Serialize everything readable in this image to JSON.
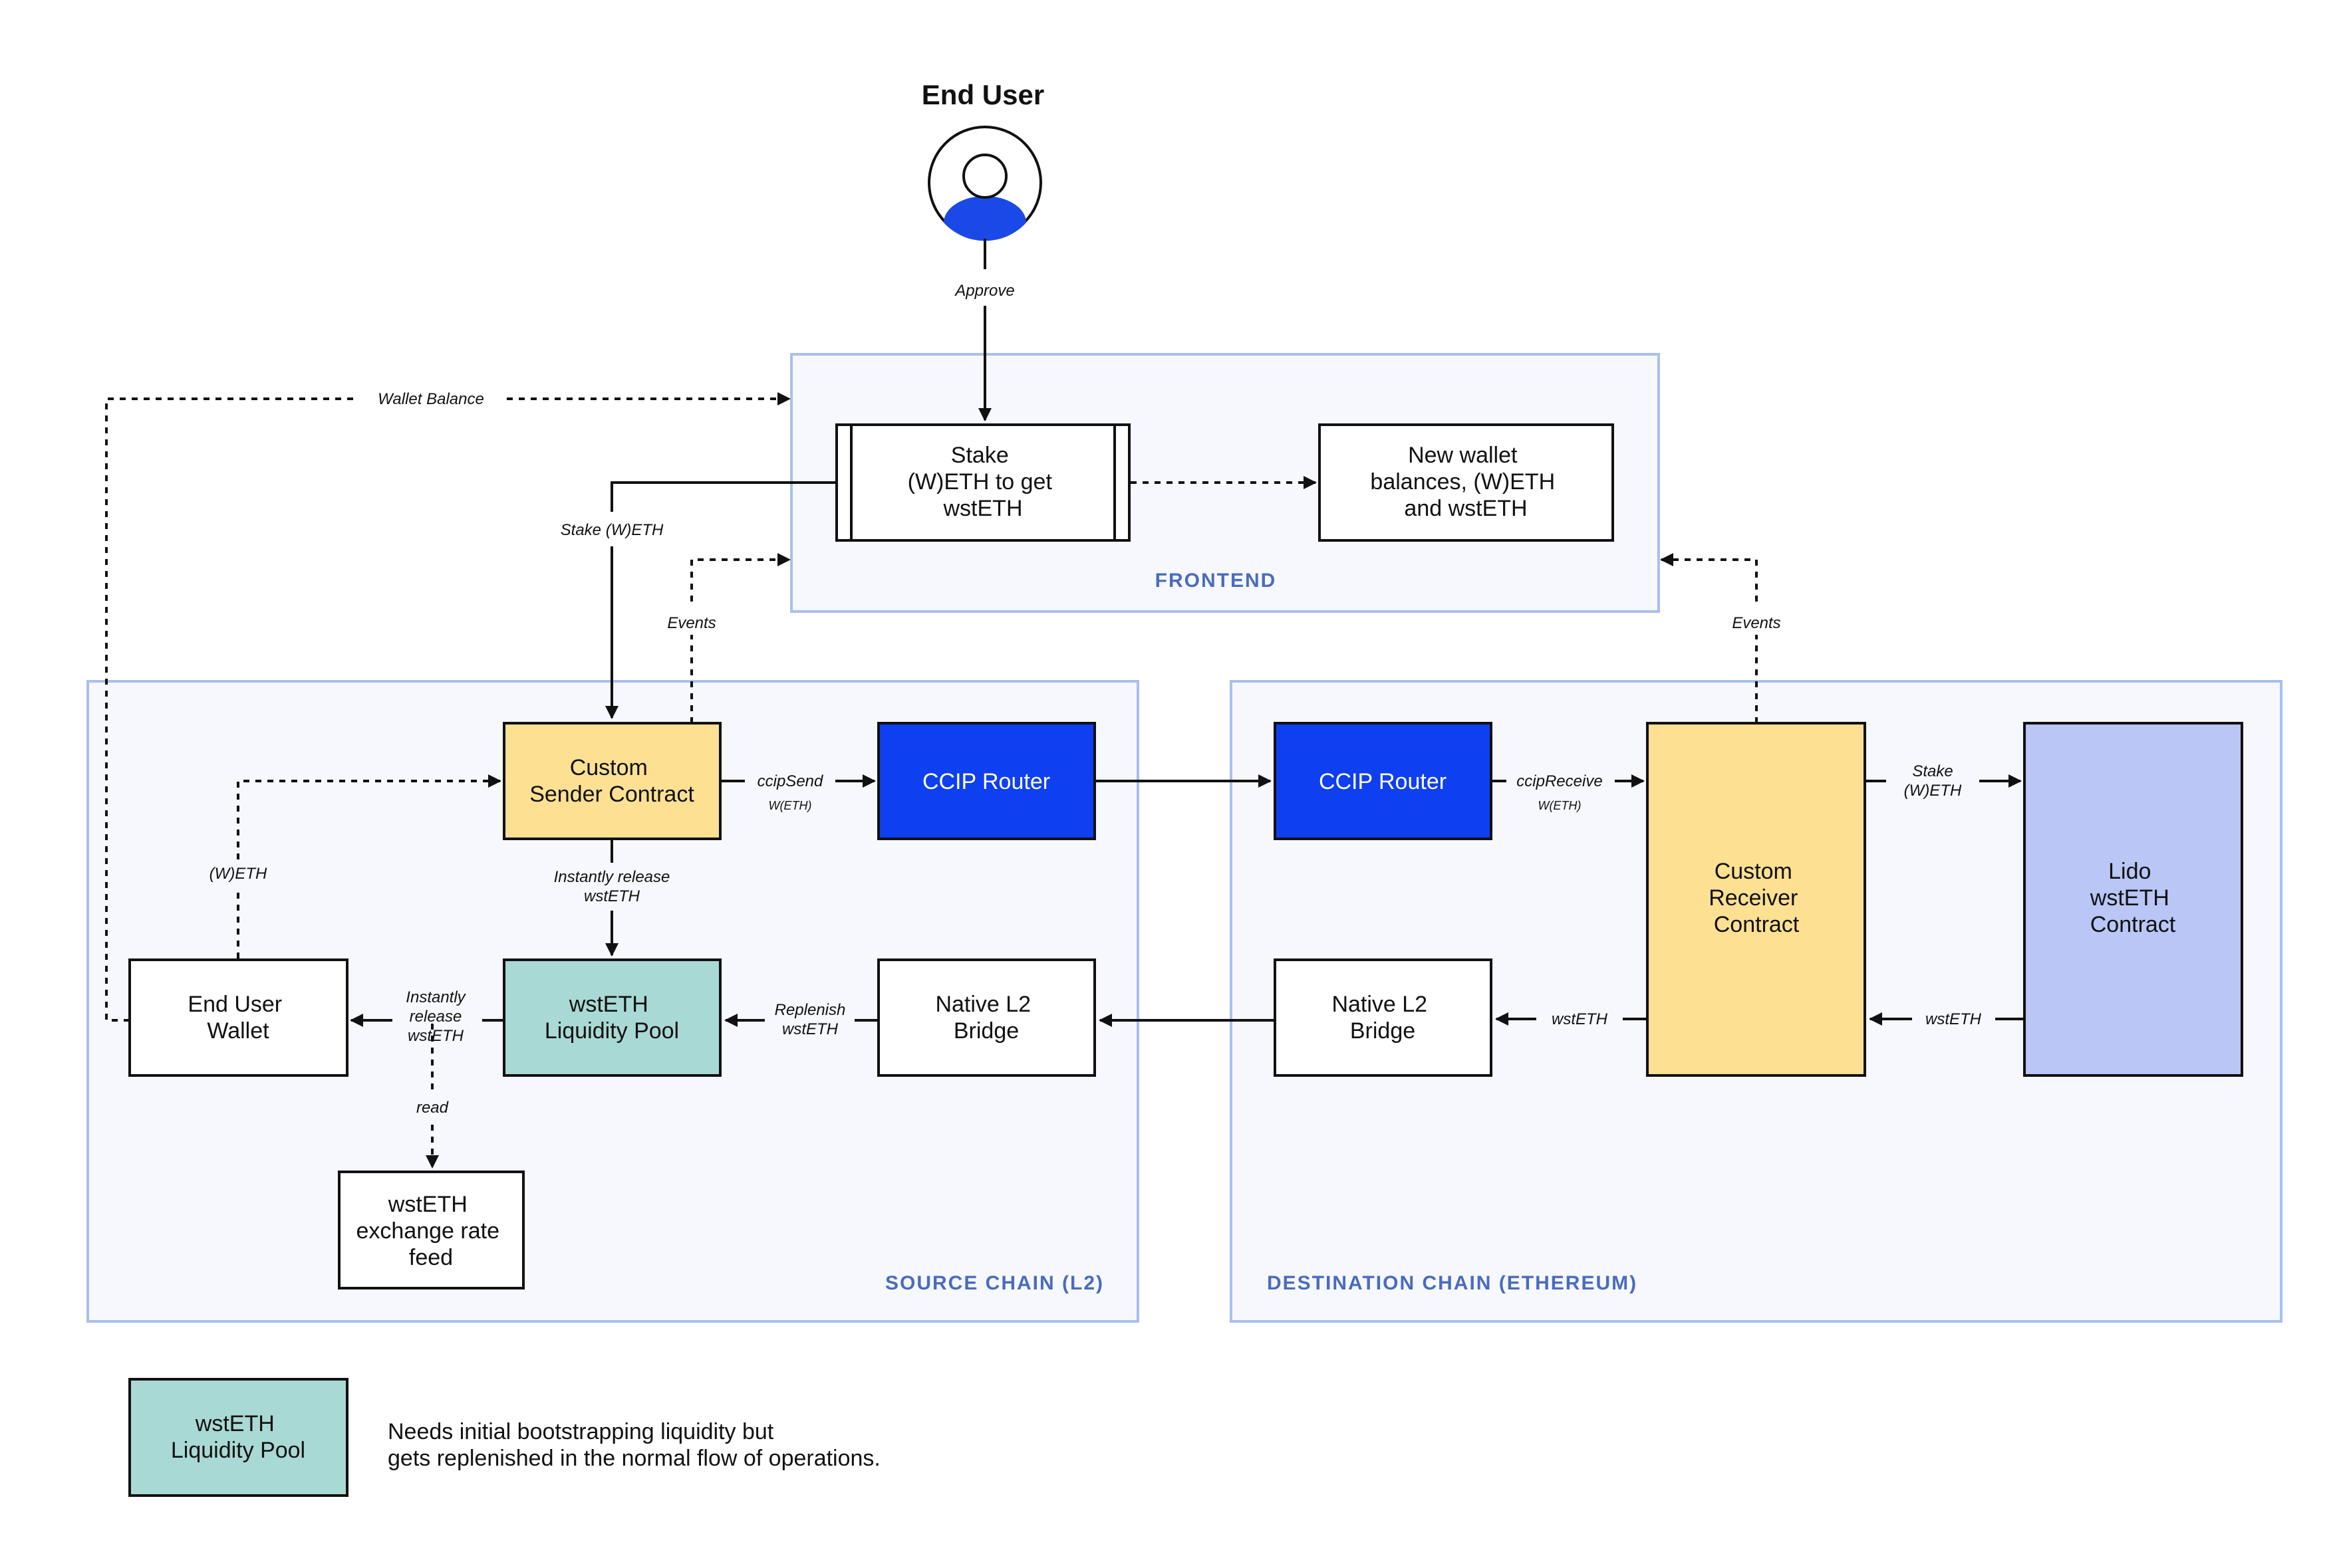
{
  "colors": {
    "region_fill": "#f6f8fd",
    "region_stroke": "#a9bff0",
    "sender_fill": "#fde092",
    "router_fill": "#0e3ff0",
    "pool_fill": "#a9d9d4",
    "lido_fill": "#b9c6f6",
    "region_label": "#4a6bbf",
    "avatar_blue": "#1b49e8"
  },
  "header": {
    "title": "End User"
  },
  "regions": {
    "frontend": "FRONTEND",
    "source": "SOURCE CHAIN (L2)",
    "destination": "DESTINATION CHAIN (ETHEREUM)"
  },
  "nodes": {
    "stake": [
      "Stake",
      "(W)ETH to get",
      "wstETH"
    ],
    "new_wallet": [
      "New wallet",
      "balances, (W)ETH",
      "and wstETH"
    ],
    "sender": [
      "Custom",
      "Sender Contract"
    ],
    "ccip_router_src": [
      "CCIP Router"
    ],
    "ccip_router_dst": [
      "CCIP Router"
    ],
    "end_user_wallet": [
      "End User",
      "Wallet"
    ],
    "pool": [
      "wstETH",
      "Liquidity Pool"
    ],
    "bridge_src": [
      "Native L2",
      "Bridge"
    ],
    "bridge_dst": [
      "Native L2",
      "Bridge"
    ],
    "feed": [
      "wstETH",
      "exchange rate",
      "feed"
    ],
    "receiver": [
      "Custom",
      "Receiver",
      "Contract"
    ],
    "lido": [
      "Lido",
      "wstETH",
      "Contract"
    ]
  },
  "edges": {
    "approve": "Approve",
    "wallet_balance": "Wallet Balance",
    "stake_weth": "Stake (W)ETH",
    "events_src": "Events",
    "events_dst": "Events",
    "ccip_send": "ccipSend",
    "ccip_send_sub": "W(ETH)",
    "ccip_receive": "ccipReceive",
    "ccip_receive_sub": "W(ETH)",
    "weth_wallet": "(W)ETH",
    "instantly_release_1": "Instantly release",
    "instantly_release_2": "wstETH",
    "release_wallet_1": "Instantly",
    "release_wallet_2": "release",
    "release_wallet_3": "wstETH",
    "replenish_1": "Replenish",
    "replenish_2": "wstETH",
    "read": "read",
    "stake_lido_1": "Stake",
    "stake_lido_2": "(W)ETH",
    "wsteth_lido": "wstETH",
    "wsteth_bridge": "wstETH"
  },
  "legend": {
    "box": [
      "wstETH",
      "Liquidity Pool"
    ],
    "text": [
      "Needs initial bootstrapping liquidity but",
      "gets replenished in the normal flow of operations."
    ]
  }
}
